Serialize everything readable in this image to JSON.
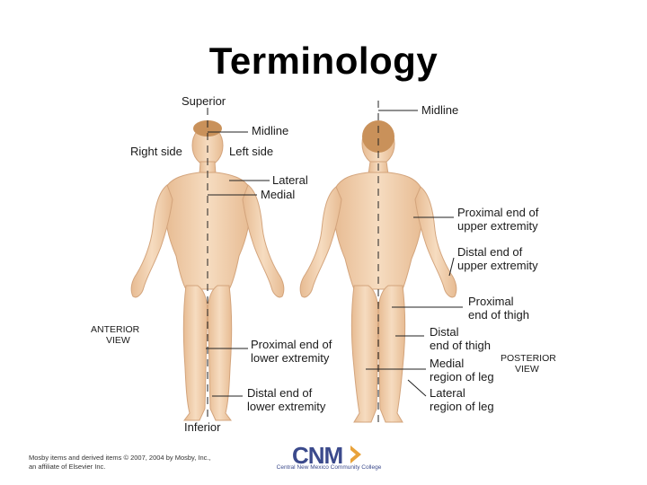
{
  "title": "Terminology",
  "labels": {
    "superior": "Superior",
    "midline_anterior": "Midline",
    "right_side": "Right side",
    "left_side": "Left side",
    "lateral": "Lateral",
    "medial": "Medial",
    "anterior_view": [
      "ANTERIOR",
      "VIEW"
    ],
    "proximal_lower": [
      "Proximal end of",
      "lower extremity"
    ],
    "distal_lower": [
      "Distal end of",
      "lower extremity"
    ],
    "inferior": "Inferior",
    "midline_posterior": "Midline",
    "proximal_upper": [
      "Proximal end of",
      "upper extremity"
    ],
    "distal_upper": [
      "Distal end of",
      "upper extremity"
    ],
    "proximal_thigh": [
      "Proximal",
      "end of thigh"
    ],
    "distal_thigh": [
      "Distal",
      "end of thigh"
    ],
    "posterior_view": [
      "POSTERIOR",
      "VIEW"
    ],
    "medial_leg": [
      "Medial",
      "region of leg"
    ],
    "lateral_leg": [
      "Lateral",
      "region of leg"
    ]
  },
  "copyright": [
    "Mosby items and derived items © 2007, 2004 by Mosby, Inc.,",
    "an affiliate of Elsevier Inc."
  ],
  "logo": {
    "text": "CNM",
    "subtitle": "Central New Mexico Community College"
  },
  "colors": {
    "skin": "#f3d3b3",
    "skin_shadow": "#e2b48c",
    "hair": "#c9915a",
    "line": "#222222",
    "logo_blue": "#3b4a8c",
    "logo_orange": "#e8a23a"
  }
}
